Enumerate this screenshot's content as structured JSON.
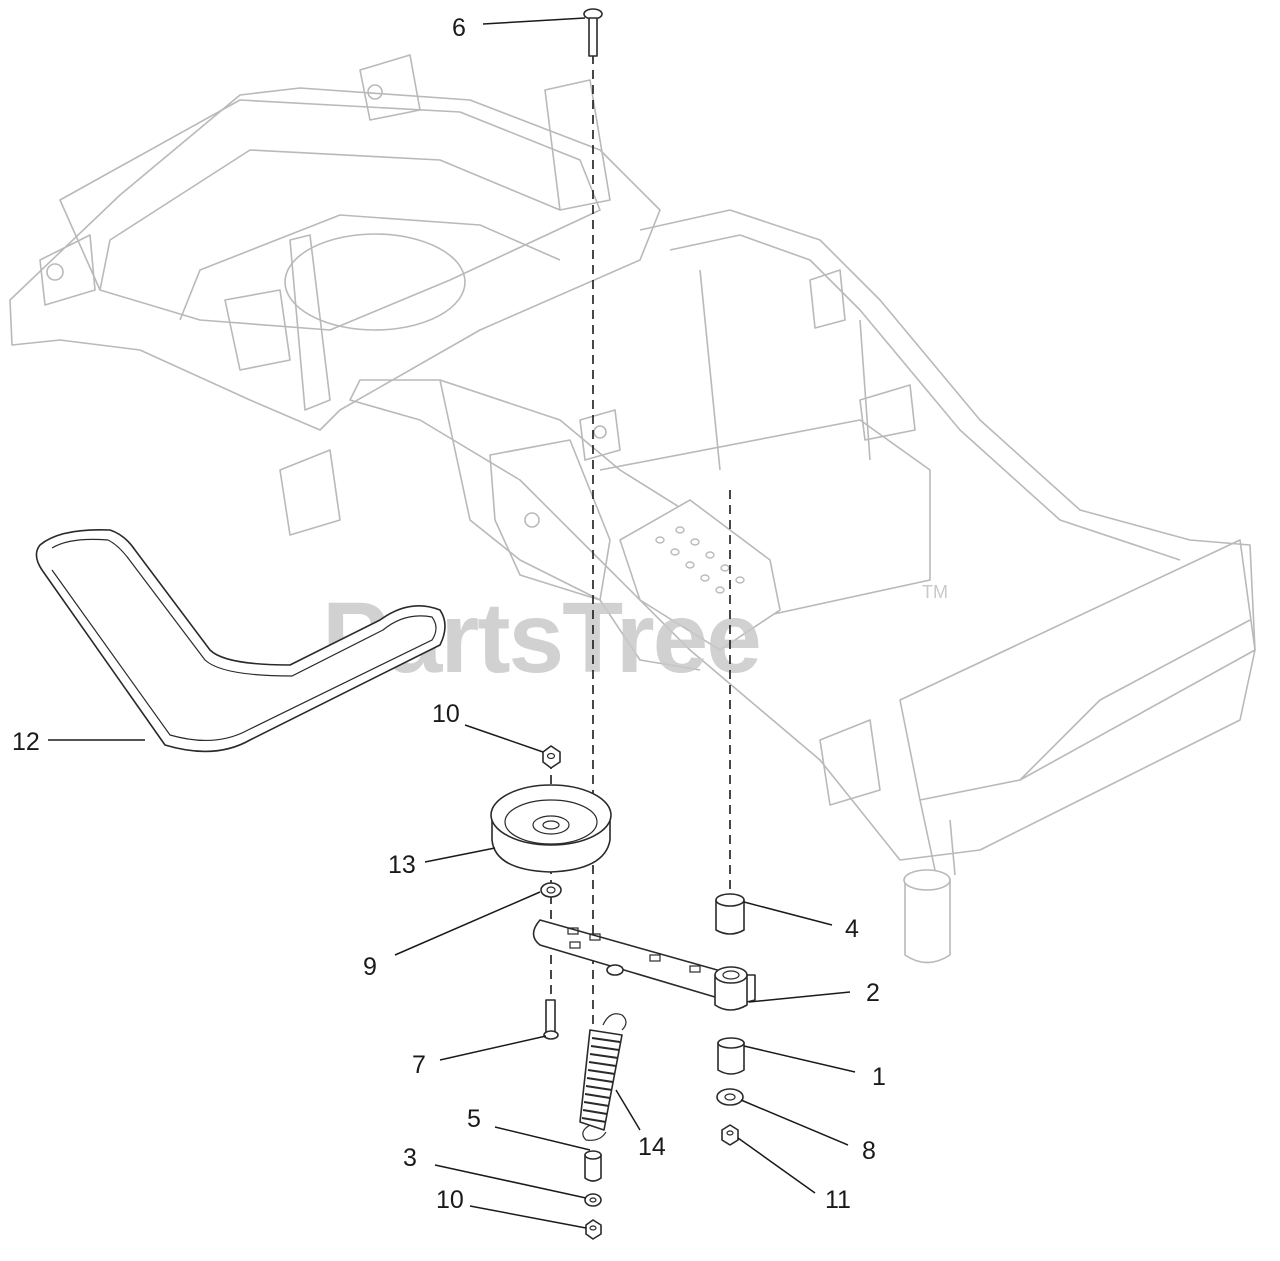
{
  "watermark": {
    "text": "PartsTree",
    "trademark": "TM"
  },
  "callouts": {
    "c1": "1",
    "c2": "2",
    "c3": "3",
    "c4": "4",
    "c5": "5",
    "c6": "6",
    "c7": "7",
    "c8": "8",
    "c9": "9",
    "c10a": "10",
    "c10b": "10",
    "c11": "11",
    "c12": "12",
    "c13": "13",
    "c14": "14"
  }
}
